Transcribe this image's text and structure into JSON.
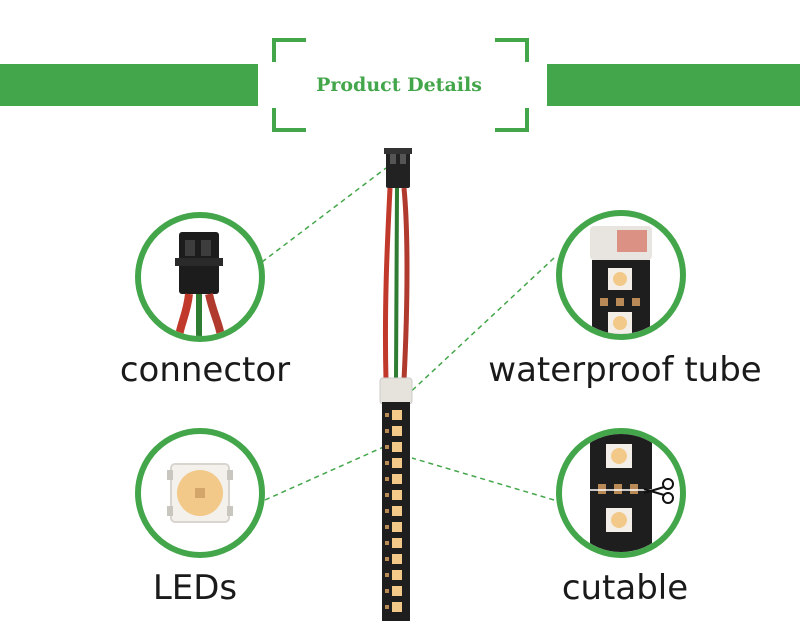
{
  "header": {
    "title": "Product Details"
  },
  "features": [
    {
      "label": "connector"
    },
    {
      "label": "waterproof tube"
    },
    {
      "label": "LEDs"
    },
    {
      "label": "cutable"
    }
  ],
  "colors": {
    "accent": "#44a64a",
    "strip": "#1e1e1e",
    "led": "#f3c98a",
    "pad": "#b98a55",
    "wire_red": "#c0392b",
    "wire_green": "#2e7d32"
  },
  "icons": [
    "scissors-icon"
  ]
}
